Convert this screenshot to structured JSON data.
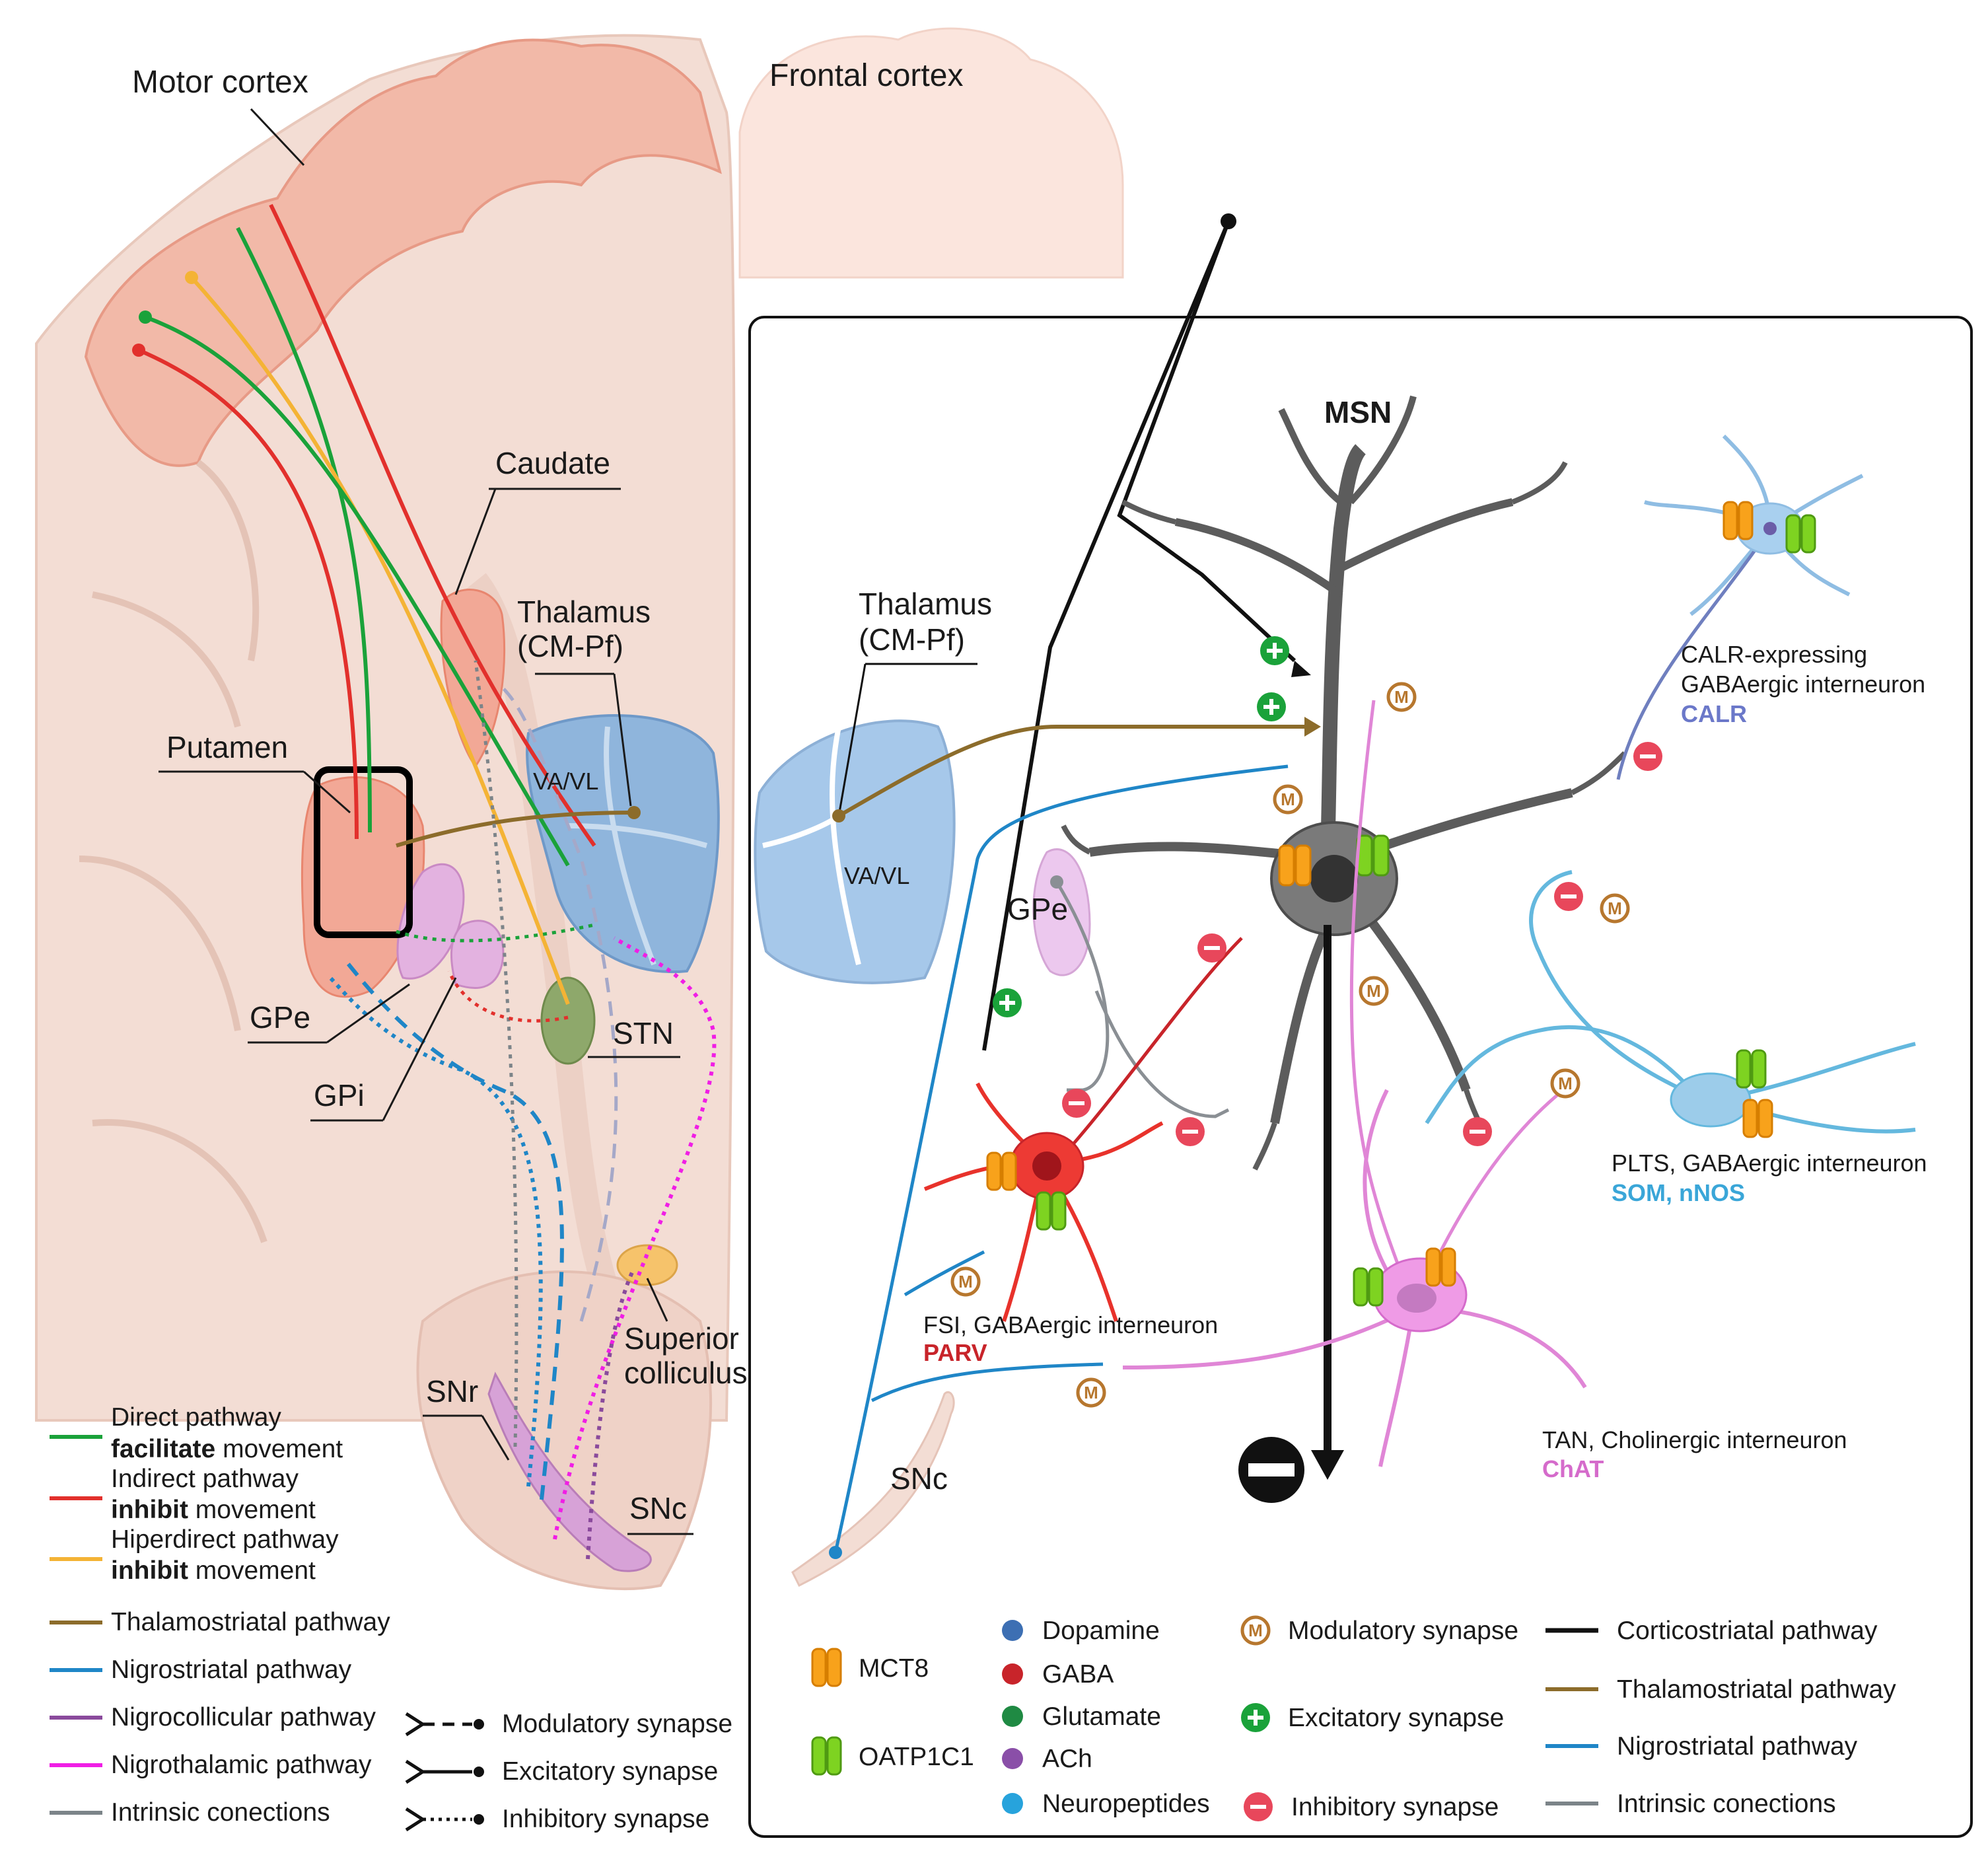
{
  "brain": {
    "motor_cortex": "Motor cortex",
    "frontal_cortex": "Frontal cortex",
    "caudate": "Caudate",
    "thalamus_line1": "Thalamus",
    "thalamus_line2": "(CM-Pf)",
    "putamen": "Putamen",
    "vavl": "VA/VL",
    "gpe": "GPe",
    "gpi": "GPi",
    "stn": "STN",
    "superior_line1": "Superior",
    "superior_line2": "colliculus",
    "snr": "SNr",
    "snc": "SNc"
  },
  "left_legend": {
    "pathways": [
      {
        "line1": "Direct pathway",
        "bold": "facilitate",
        "rest": " movement",
        "color": "#1aa23a"
      },
      {
        "line1": "Indirect pathway",
        "bold": "inhibit",
        "rest": " movement",
        "color": "#e2302c"
      },
      {
        "line1": "Hiperdirect pathway",
        "bold": "inhibit",
        "rest": " movement",
        "color": "#f4b335"
      },
      {
        "line1": "Thalamostriatal pathway",
        "color": "#8c6c2b"
      },
      {
        "line1": "Nigrostriatal pathway",
        "color": "#1f86c7"
      },
      {
        "line1": "Nigrocollicular pathway",
        "color": "#8a4a9c"
      },
      {
        "line1": "Nigrothalamic pathway",
        "color": "#f01ee5"
      },
      {
        "line1": "Intrinsic conections",
        "color": "#7c8489"
      }
    ],
    "synapses": [
      {
        "label": "Modulatory synapse"
      },
      {
        "label": "Excitatory synapse"
      },
      {
        "label": "Inhibitory synapse"
      }
    ]
  },
  "panel": {
    "msn": "MSN",
    "thalamus_line1": "Thalamus",
    "thalamus_line2": "(CM-Pf)",
    "vavl": "VA/VL",
    "gpe": "GPe",
    "snc": "SNc",
    "calr_line1": "CALR-expressing",
    "calr_line2": "GABAergic interneuron",
    "calr_marker": "CALR",
    "plts_line1": "PLTS, GABAergic interneuron",
    "plts_marker": "SOM, nNOS",
    "fsi_line1": "FSI, GABAergic interneuron",
    "fsi_marker": "PARV",
    "tan_line1": "TAN, Cholinergic interneuron",
    "tan_marker": "ChAT",
    "m_symbol": "M"
  },
  "panel_legend": {
    "transporters": [
      {
        "label": "MCT8",
        "color": "#f8a21b"
      },
      {
        "label": "OATP1C1",
        "color": "#7ed321"
      }
    ],
    "neurotransmitters": [
      {
        "label": "Dopamine",
        "color": "#3d6fb3"
      },
      {
        "label": "GABA",
        "color": "#c8242a"
      },
      {
        "label": "Glutamate",
        "color": "#1f8a43"
      },
      {
        "label": "ACh",
        "color": "#8a4fa8"
      },
      {
        "label": "Neuropeptides",
        "color": "#27a3dc"
      }
    ],
    "synapses": [
      {
        "label": "Modulatory synapse"
      },
      {
        "label": "Excitatory synapse"
      },
      {
        "label": "Inhibitory synapse"
      }
    ],
    "pathways": [
      {
        "label": "Corticostriatal pathway",
        "color": "#111111"
      },
      {
        "label": "Thalamostriatal pathway",
        "color": "#8c6c2b"
      },
      {
        "label": "Nigrostriatal pathway",
        "color": "#1f86c7"
      },
      {
        "label": "Intrinsic conections",
        "color": "#7c8489"
      }
    ]
  }
}
